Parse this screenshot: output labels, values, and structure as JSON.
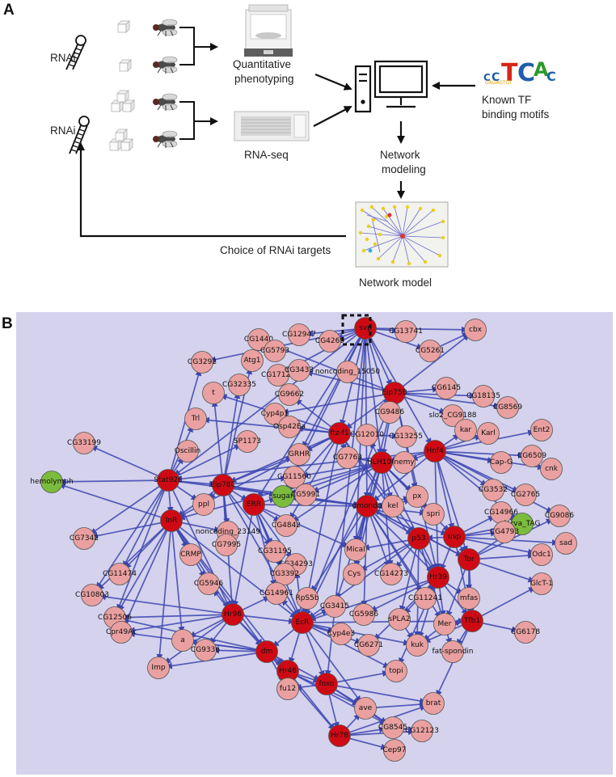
{
  "panels": {
    "a_label": "A",
    "b_label": "B"
  },
  "workflow": {
    "rnai_label": "RNAi",
    "quant_line1": "Quantitative",
    "quant_line2": "phenotyping",
    "rnaseq": "RNA-seq",
    "motifs_line1": "Known TF",
    "motifs_line2": "binding motifs",
    "motif_logo": "CCTCAC",
    "model_line1": "Network",
    "model_line2": "modeling",
    "choice": "Choice of RNAi targets",
    "network_model": "Network model"
  },
  "network": {
    "nodes": [
      {
        "id": "svp",
        "t": "tf",
        "highlight": true
      },
      {
        "id": "CG13741",
        "t": "g"
      },
      {
        "id": "cbx",
        "t": "g"
      },
      {
        "id": "CG5261",
        "t": "g"
      },
      {
        "id": "CG12947",
        "t": "g"
      },
      {
        "id": "CG4269",
        "t": "g"
      },
      {
        "id": "CG1440",
        "t": "g"
      },
      {
        "id": "CG5793",
        "t": "g"
      },
      {
        "id": "Atg1",
        "t": "g"
      },
      {
        "id": "CG3292",
        "t": "g"
      },
      {
        "id": "CG17124",
        "t": "g"
      },
      {
        "id": "CG3433",
        "t": "g"
      },
      {
        "id": "noncoding_15050",
        "t": "g"
      },
      {
        "id": "CG32335",
        "t": "g"
      },
      {
        "id": "CG9662",
        "t": "g"
      },
      {
        "id": "t",
        "t": "g"
      },
      {
        "id": "Cyp4p1",
        "t": "g"
      },
      {
        "id": "Eip75B",
        "t": "tf"
      },
      {
        "id": "CG6145",
        "t": "g"
      },
      {
        "id": "CG18135",
        "t": "g"
      },
      {
        "id": "CG8569",
        "t": "g"
      },
      {
        "id": "slo2_CG9188",
        "t": "g"
      },
      {
        "id": "CG9486",
        "t": "g"
      },
      {
        "id": "Trl",
        "t": "g"
      },
      {
        "id": "Osp42Ea",
        "t": "g"
      },
      {
        "id": "ftz-f1",
        "t": "tf"
      },
      {
        "id": "CG12010",
        "t": "g"
      },
      {
        "id": "SP1173",
        "t": "g"
      },
      {
        "id": "CG13255",
        "t": "g"
      },
      {
        "id": "Hnf4",
        "t": "tf"
      },
      {
        "id": "kar",
        "t": "g"
      },
      {
        "id": "Karl",
        "t": "g"
      },
      {
        "id": "Ent2",
        "t": "g"
      },
      {
        "id": "CG33199",
        "t": "g"
      },
      {
        "id": "Oscillin",
        "t": "g"
      },
      {
        "id": "GRHR",
        "t": "g"
      },
      {
        "id": "CG7763",
        "t": "g"
      },
      {
        "id": "HLH106",
        "t": "tf"
      },
      {
        "id": "nemy",
        "t": "g"
      },
      {
        "id": "CG6509",
        "t": "g"
      },
      {
        "id": "Cap-G",
        "t": "g"
      },
      {
        "id": "cnk",
        "t": "g"
      },
      {
        "id": "hemolymph",
        "t": "phen"
      },
      {
        "id": "Stat92E",
        "t": "tf"
      },
      {
        "id": "Eip78C",
        "t": "tf"
      },
      {
        "id": "CG11560",
        "t": "g"
      },
      {
        "id": "sugar",
        "t": "phen"
      },
      {
        "id": "CG5991",
        "t": "g"
      },
      {
        "id": "CG3532",
        "t": "g"
      },
      {
        "id": "CG2765",
        "t": "g"
      },
      {
        "id": "ppl",
        "t": "g"
      },
      {
        "id": "ERR",
        "t": "tf"
      },
      {
        "id": "dmondo",
        "t": "tf"
      },
      {
        "id": "kel",
        "t": "g"
      },
      {
        "id": "px",
        "t": "g"
      },
      {
        "id": "spri",
        "t": "g"
      },
      {
        "id": "CG14966",
        "t": "g"
      },
      {
        "id": "CG9086",
        "t": "g"
      },
      {
        "id": "InR",
        "t": "tf"
      },
      {
        "id": "larva_TAG",
        "t": "phen"
      },
      {
        "id": "CG4842",
        "t": "g"
      },
      {
        "id": "noncoding_23149",
        "t": "g"
      },
      {
        "id": "CG4793",
        "t": "g"
      },
      {
        "id": "usp",
        "t": "tf"
      },
      {
        "id": "p53",
        "t": "tf"
      },
      {
        "id": "CG7342",
        "t": "g"
      },
      {
        "id": "CG7995",
        "t": "g"
      },
      {
        "id": "CG31195",
        "t": "g"
      },
      {
        "id": "sad",
        "t": "g"
      },
      {
        "id": "Mical",
        "t": "g"
      },
      {
        "id": "CG34293",
        "t": "g"
      },
      {
        "id": "CRMP",
        "t": "g"
      },
      {
        "id": "Odc1",
        "t": "g"
      },
      {
        "id": "CG3392",
        "t": "g"
      },
      {
        "id": "Tor",
        "t": "tf"
      },
      {
        "id": "Cys",
        "t": "g"
      },
      {
        "id": "Hr39",
        "t": "tf"
      },
      {
        "id": "CG11474",
        "t": "g"
      },
      {
        "id": "CG14273",
        "t": "g"
      },
      {
        "id": "GlcT-1",
        "t": "g"
      },
      {
        "id": "CG10803",
        "t": "g"
      },
      {
        "id": "CG5946",
        "t": "g"
      },
      {
        "id": "CG14961",
        "t": "g"
      },
      {
        "id": "RpS5b",
        "t": "g"
      },
      {
        "id": "CG11241",
        "t": "g"
      },
      {
        "id": "CG3415",
        "t": "g"
      },
      {
        "id": "mfas",
        "t": "g"
      },
      {
        "id": "CG5986",
        "t": "g"
      },
      {
        "id": "Hr96",
        "t": "tf"
      },
      {
        "id": "CG12506",
        "t": "g"
      },
      {
        "id": "EcR",
        "t": "tf"
      },
      {
        "id": "sPLA2",
        "t": "g"
      },
      {
        "id": "Mer",
        "t": "g"
      },
      {
        "id": "Tfb1",
        "t": "tf"
      },
      {
        "id": "Cpr49Ac",
        "t": "g"
      },
      {
        "id": "CG6178",
        "t": "g"
      },
      {
        "id": "Cyp4e3",
        "t": "g"
      },
      {
        "id": "a",
        "t": "g"
      },
      {
        "id": "CG9336",
        "t": "g"
      },
      {
        "id": "CG6271",
        "t": "g"
      },
      {
        "id": "kuk",
        "t": "g"
      },
      {
        "id": "fat-spondin",
        "t": "g"
      },
      {
        "id": "dm",
        "t": "tf"
      },
      {
        "id": "Imp",
        "t": "g"
      },
      {
        "id": "Hr46",
        "t": "tf"
      },
      {
        "id": "topi",
        "t": "g"
      },
      {
        "id": "foxo",
        "t": "tf"
      },
      {
        "id": "fu12",
        "t": "g"
      },
      {
        "id": "ave",
        "t": "g"
      },
      {
        "id": "brat",
        "t": "g"
      },
      {
        "id": "CG8545",
        "t": "g"
      },
      {
        "id": "CG12123",
        "t": "g"
      },
      {
        "id": "Hr78",
        "t": "tf"
      },
      {
        "id": "Cep97",
        "t": "g"
      }
    ]
  },
  "colors": {
    "network_bg": "#d4d2ec",
    "edge": "#3b45b0",
    "tf_fill": "#cf0a14",
    "gene_fill": "#eaa0a0",
    "phenotype_fill": "#7cbc3c",
    "node_stroke": "#555555"
  }
}
